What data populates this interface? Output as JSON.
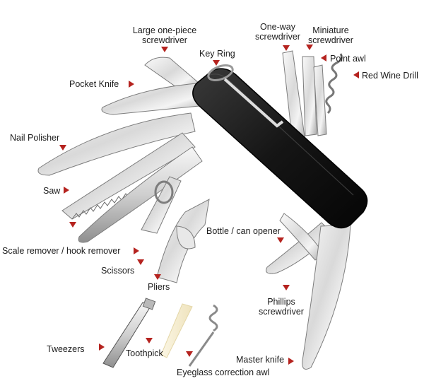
{
  "labels": {
    "large_screwdriver": [
      "Large one-piece",
      "screwdriver"
    ],
    "key_ring": "Key Ring",
    "one_way": [
      "One-way",
      "screwdriver"
    ],
    "miniature": [
      "Miniature",
      "screwdriver"
    ],
    "point_awl": "Point awl",
    "red_wine_drill": "Red Wine Drill",
    "pocket_knife": "Pocket Knife",
    "nail_polisher": "Nail Polisher",
    "saw": "Saw",
    "bottle_opener": "Bottle / can opener",
    "scale_remover": "Scale remover / hook remover",
    "scissors": "Scissors",
    "pliers": "Pliers",
    "phillips": [
      "Phillips",
      "screwdriver"
    ],
    "tweezers": "Tweezers",
    "toothpick": "Toothpick",
    "master_knife": "Master knife",
    "eyeglass_awl": "Eyeglass correction awl"
  },
  "colors": {
    "marker": "#b5231f",
    "handle": "#1b1b1b",
    "steel_light": "#eeeeee",
    "steel_dark": "#9a9a9a"
  }
}
